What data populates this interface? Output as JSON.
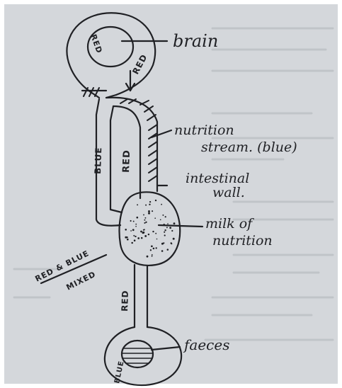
{
  "labels": {
    "brain": "brain",
    "red_in_brain": "RED",
    "red_arrow": "RED",
    "nutrition_stream_line1": "nutrition",
    "nutrition_stream_line2": "stream. (blue)",
    "blue_left_tube": "BLUE",
    "red_right_tube": "RED",
    "intestinal_wall_line1": "intestinal",
    "intestinal_wall_line2": "wall.",
    "milk_line1": "milk of",
    "milk_line2": "nutrition",
    "mixed_line1": "RED & BLUE",
    "mixed_line2": "MIXED",
    "red_lower_tube": "RED",
    "faeces": "faeces",
    "blue_bottom": "BLUE"
  },
  "colors": {
    "paper": "#d4d7db",
    "ink": "#1f2024",
    "bleed_text": "#b4b8bd"
  }
}
